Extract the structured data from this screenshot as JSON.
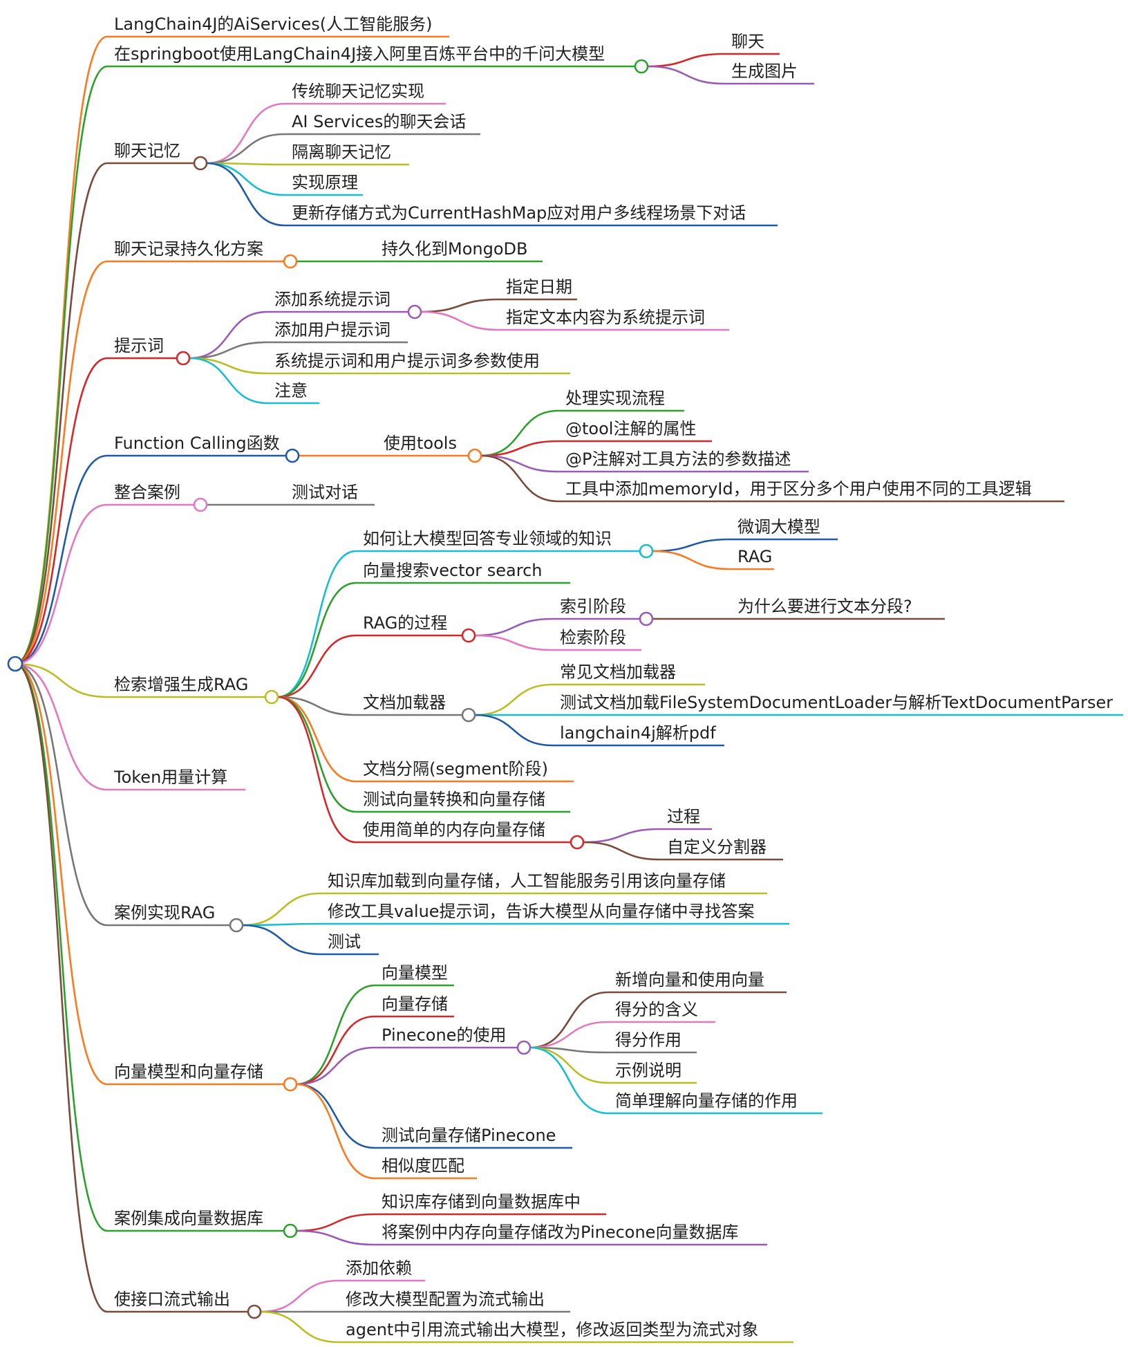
{
  "root": {},
  "branches": [
    {
      "label": "LangChain4J的AiServices(人工智能服务)",
      "color": "#f97a1f",
      "children": []
    },
    {
      "label": "在springboot使用LangChain4J接入阿里百炼平台中的千问大模型",
      "color": "#2ba02b",
      "children": [
        {
          "label": "聊天",
          "color": "#d62728"
        },
        {
          "label": "生成图片",
          "color": "#9b59b6"
        }
      ]
    },
    {
      "label": "聊天记忆",
      "color": "#7a4a3a",
      "children": [
        {
          "label": "传统聊天记忆实现",
          "color": "#e377c2"
        },
        {
          "label": "AI Services的聊天会话",
          "color": "#777777"
        },
        {
          "label": "隔离聊天记忆",
          "color": "#bcbd22"
        },
        {
          "label": "实现原理",
          "color": "#17becf"
        },
        {
          "label": "更新存储方式为CurrentHashMap应对用户多线程场景下对话",
          "color": "#1f5aa6"
        }
      ]
    },
    {
      "label": "聊天记录持久化方案",
      "color": "#f97a1f",
      "children": [
        {
          "label": "持久化到MongoDB",
          "color": "#2ba02b"
        }
      ]
    },
    {
      "label": "提示词",
      "color": "#d62728",
      "children": [
        {
          "label": "添加系统提示词",
          "color": "#9b59b6",
          "children": [
            {
              "label": "指定日期",
              "color": "#7a4a3a"
            },
            {
              "label": "指定文本内容为系统提示词",
              "color": "#e377c2"
            }
          ]
        },
        {
          "label": "添加用户提示词",
          "color": "#777777"
        },
        {
          "label": "系统提示词和用户提示词多参数使用",
          "color": "#bcbd22"
        },
        {
          "label": "注意",
          "color": "#17becf"
        }
      ]
    },
    {
      "label": "Function Calling函数",
      "color": "#1f5aa6",
      "children": [
        {
          "label": "使用tools",
          "color": "#f97a1f",
          "children": [
            {
              "label": "处理实现流程",
              "color": "#2ba02b"
            },
            {
              "label": "@tool注解的属性",
              "color": "#d62728"
            },
            {
              "label": "@P注解对工具方法的参数描述",
              "color": "#9b59b6"
            },
            {
              "label": "工具中添加memoryId，用于区分多个用户使用不同的工具逻辑",
              "color": "#7a4a3a"
            }
          ]
        }
      ]
    },
    {
      "label": "整合案例",
      "color": "#e377c2",
      "children": [
        {
          "label": "测试对话",
          "color": "#777777"
        }
      ]
    },
    {
      "label": "检索增强生成RAG",
      "color": "#bcbd22",
      "children": [
        {
          "label": "如何让大模型回答专业领域的知识",
          "color": "#17becf",
          "children": [
            {
              "label": "微调大模型",
              "color": "#1f5aa6"
            },
            {
              "label": "RAG",
              "color": "#f97a1f"
            }
          ]
        },
        {
          "label": "向量搜索vector search",
          "color": "#2ba02b"
        },
        {
          "label": "RAG的过程",
          "color": "#d62728",
          "children": [
            {
              "label": "索引阶段",
              "color": "#9b59b6",
              "children": [
                {
                  "label": "为什么要进行文本分段?",
                  "color": "#7a4a3a"
                }
              ]
            },
            {
              "label": "检索阶段",
              "color": "#e377c2"
            }
          ]
        },
        {
          "label": "文档加载器",
          "color": "#777777",
          "children": [
            {
              "label": "常见文档加载器",
              "color": "#bcbd22"
            },
            {
              "label": "测试文档加载FileSystemDocumentLoader与解析TextDocumentParser",
              "color": "#17becf"
            },
            {
              "label": "langchain4j解析pdf",
              "color": "#1f5aa6"
            }
          ]
        },
        {
          "label": "文档分隔(segment阶段)",
          "color": "#f97a1f"
        },
        {
          "label": "测试向量转换和向量存储",
          "color": "#2ba02b"
        },
        {
          "label": "使用简单的内存向量存储",
          "color": "#d62728",
          "children": [
            {
              "label": "过程",
              "color": "#9b59b6"
            },
            {
              "label": "自定义分割器",
              "color": "#7a4a3a"
            }
          ]
        }
      ]
    },
    {
      "label": "Token用量计算",
      "color": "#e377c2",
      "children": []
    },
    {
      "label": "案例实现RAG",
      "color": "#777777",
      "children": [
        {
          "label": "知识库加载到向量存储，人工智能服务引用该向量存储",
          "color": "#bcbd22"
        },
        {
          "label": "修改工具value提示词，告诉大模型从向量存储中寻找答案",
          "color": "#17becf"
        },
        {
          "label": "测试",
          "color": "#1f5aa6"
        }
      ]
    },
    {
      "label": "向量模型和向量存储",
      "color": "#f97a1f",
      "children": [
        {
          "label": "向量模型",
          "color": "#2ba02b"
        },
        {
          "label": "向量存储",
          "color": "#d62728"
        },
        {
          "label": "Pinecone的使用",
          "color": "#9b59b6",
          "children": [
            {
              "label": "新增向量和使用向量",
              "color": "#7a4a3a"
            },
            {
              "label": "得分的含义",
              "color": "#e377c2"
            },
            {
              "label": "得分作用",
              "color": "#777777"
            },
            {
              "label": "示例说明",
              "color": "#bcbd22"
            },
            {
              "label": "简单理解向量存储的作用",
              "color": "#17becf"
            }
          ]
        },
        {
          "label": "测试向量存储Pinecone",
          "color": "#1f5aa6"
        },
        {
          "label": "相似度匹配",
          "color": "#f97a1f"
        }
      ]
    },
    {
      "label": "案例集成向量数据库",
      "color": "#2ba02b",
      "children": [
        {
          "label": "知识库存储到向量数据库中",
          "color": "#d62728"
        },
        {
          "label": "将案例中内存向量存储改为Pinecone向量数据库",
          "color": "#9b59b6"
        }
      ]
    },
    {
      "label": "使接口流式输出",
      "color": "#7a4a3a",
      "children": [
        {
          "label": "添加依赖",
          "color": "#e377c2"
        },
        {
          "label": "修改大模型配置为流式输出",
          "color": "#777777"
        },
        {
          "label": "agent中引用流式输出大模型，修改返回类型为流式对象",
          "color": "#bcbd22"
        }
      ]
    }
  ]
}
